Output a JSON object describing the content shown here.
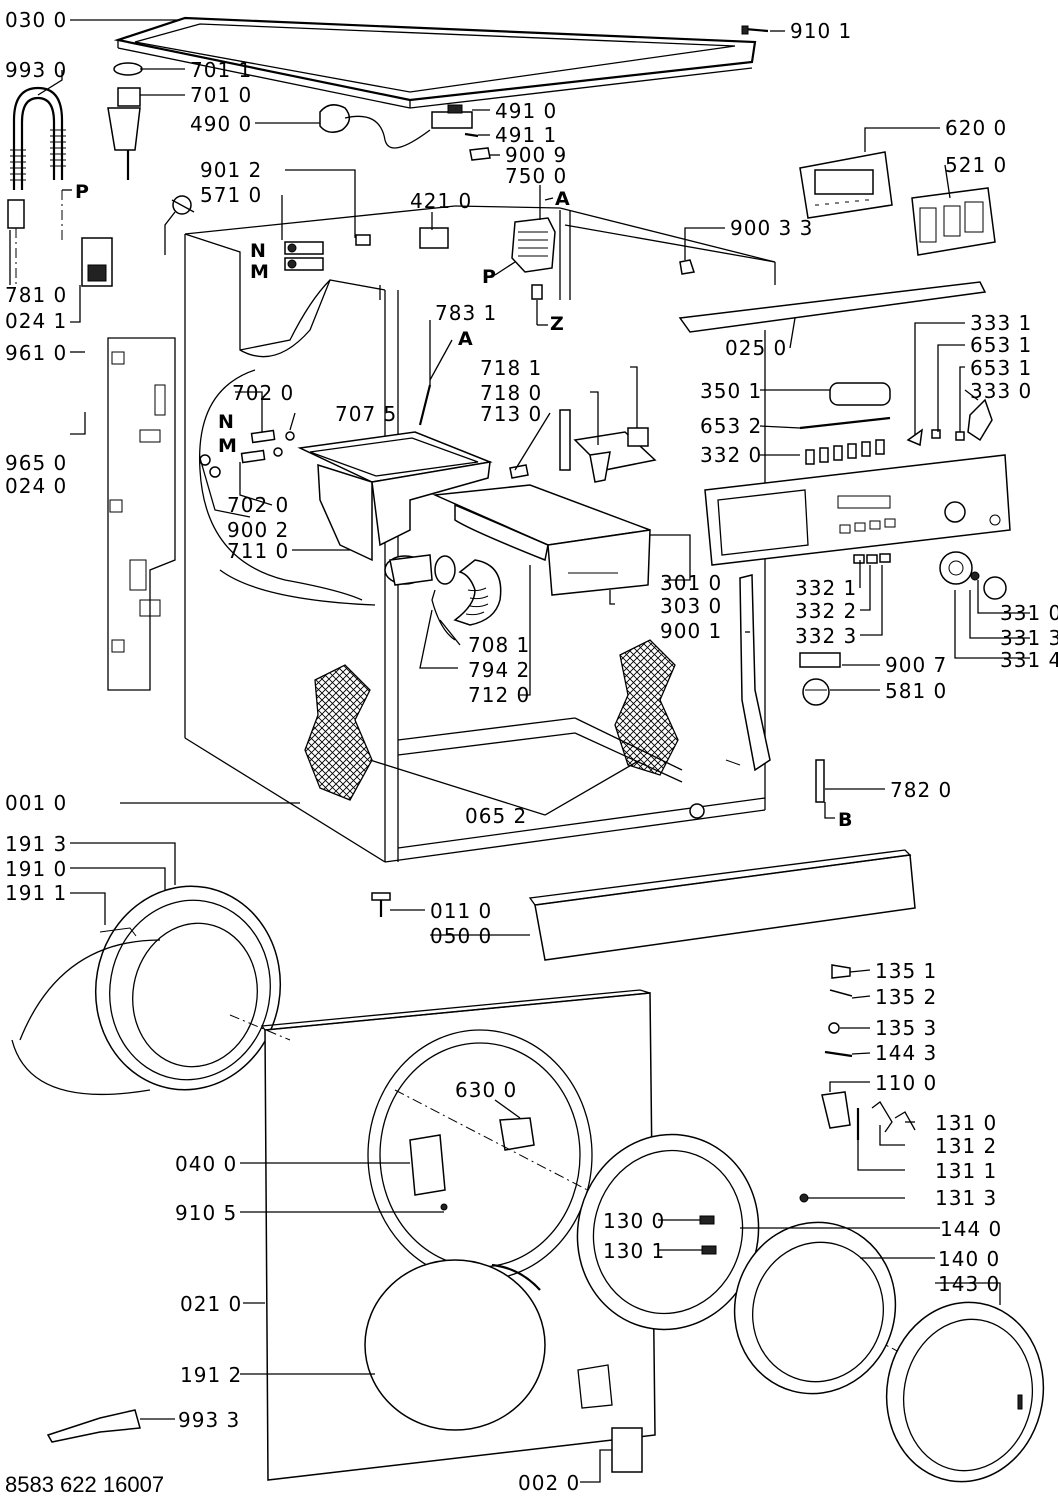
{
  "document_number": "8583 622 16007",
  "labels": {
    "l030_0": "030 0",
    "l910_1": "910 1",
    "l993_0": "993 0",
    "l701_1": "701 1",
    "l701_0": "701 0",
    "l491_0": "491 0",
    "l490_0": "490 0",
    "l491_1": "491 1",
    "l900_9": "900 9",
    "l750_0": "750 0",
    "l620_0": "620 0",
    "l901_2": "901 2",
    "l571_0": "571 0",
    "l521_0": "521 0",
    "l421_0": "421 0",
    "l900_3_3": "900 3 3",
    "l781_0": "781 0",
    "l024_1": "024 1",
    "l025_0": "025 0",
    "l783_1": "783 1",
    "l333_1": "333 1",
    "l961_0": "961 0",
    "l653_1a": "653 1",
    "l653_1b": "653 1",
    "l718_1": "718 1",
    "l333_0": "333 0",
    "l702_0a": "702 0",
    "l718_0": "718 0",
    "l350_1": "350 1",
    "l707_5": "707 5",
    "l713_0": "713 0",
    "l653_2": "653 2",
    "l965_0": "965 0",
    "l332_0": "332 0",
    "l024_0": "024 0",
    "l702_0b": "702 0",
    "l900_2": "900 2",
    "l711_0": "711 0",
    "l301_0": "301 0",
    "l332_1": "332 1",
    "l303_0": "303 0",
    "l332_2": "332 2",
    "l331_0": "331 0",
    "l900_1": "900 1",
    "l332_3": "332 3",
    "l331_3": "331 3",
    "l331_4": "331 4",
    "l708_1": "708 1",
    "l794_2": "794 2",
    "l712_0": "712 0",
    "l900_7": "900 7",
    "l581_0": "581 0",
    "l782_0": "782 0",
    "l001_0": "001 0",
    "l065_2": "065 2",
    "l191_3": "191 3",
    "l191_0": "191 0",
    "l191_1": "191 1",
    "l011_0": "011 0",
    "l050_0": "050 0",
    "l135_1": "135 1",
    "l135_2": "135 2",
    "l135_3": "135 3",
    "l144_3": "144 3",
    "l110_0": "110 0",
    "l630_0": "630 0",
    "l131_0": "131 0",
    "l131_2": "131 2",
    "l040_0": "040 0",
    "l131_1": "131 1",
    "l131_3": "131 3",
    "l910_5": "910 5",
    "l130_0": "130 0",
    "l144_0": "144 0",
    "l130_1": "130 1",
    "l140_0": "140 0",
    "l143_0": "143 0",
    "l021_0": "021 0",
    "l191_2": "191 2",
    "l993_3": "993 3",
    "l002_0": "002 0"
  },
  "letters": {
    "p_hose": "P",
    "a_top": "A",
    "n_valve": "N",
    "m_valve": "M",
    "p_pump": "P",
    "z": "Z",
    "a_mid": "A",
    "n_left": "N",
    "m_left": "M",
    "b": "B"
  }
}
